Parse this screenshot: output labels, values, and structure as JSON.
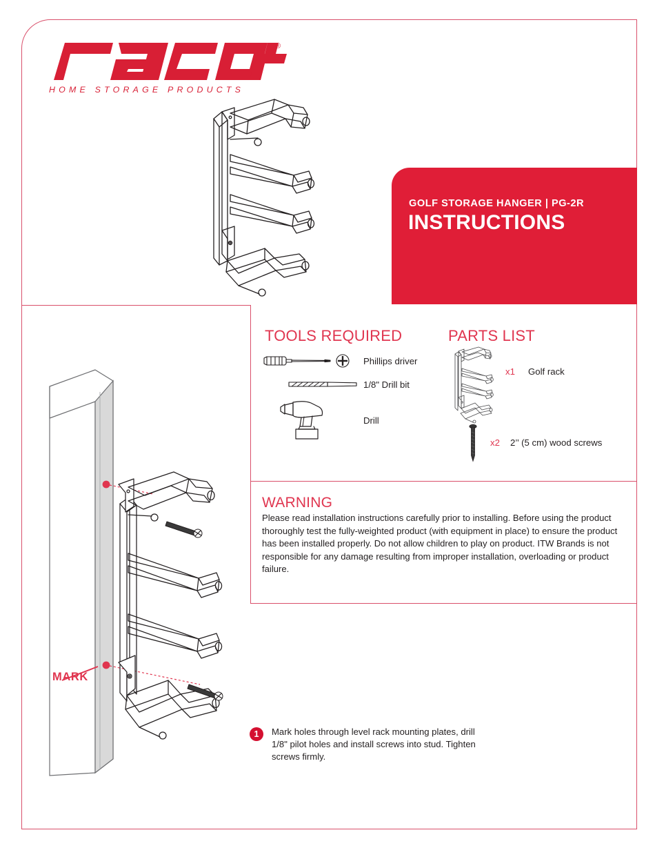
{
  "brand": {
    "logo_text": "racor",
    "registered_mark": "®",
    "tagline": "HOME STORAGE PRODUCTS",
    "logo_color": "#d81f35"
  },
  "banner": {
    "kicker": "GOLF STORAGE HANGER | PG-2R",
    "title": "INSTRUCTIONS",
    "background_color": "#e01e37",
    "text_color": "#ffffff"
  },
  "tools": {
    "heading": "TOOLS REQUIRED",
    "items": [
      {
        "label": "Phillips driver",
        "icon": "screwdriver-icon"
      },
      {
        "label": "1/8\" Drill bit",
        "icon": "drill-bit-icon"
      },
      {
        "label": "Drill",
        "icon": "drill-icon"
      }
    ]
  },
  "parts": {
    "heading": "PARTS LIST",
    "items": [
      {
        "qty": "x1",
        "label": "Golf rack",
        "icon": "golf-rack-icon"
      },
      {
        "qty": "x2",
        "label": "2’’ (5 cm) wood screws",
        "icon": "wood-screw-icon"
      }
    ]
  },
  "warning": {
    "heading": "WARNING",
    "body": "Please read installation instructions carefully prior to installing. Before using the product thoroughly test the fully-weighted product (with equipment in place) to ensure the product has been installed properly. Do not allow children to play on product. ITW Brands is not responsible for any damage resulting from improper installation, overloading or product failure."
  },
  "illustration": {
    "mark_label": "MARK",
    "accent_color": "#e0354f"
  },
  "steps": [
    {
      "number": "1",
      "text": "Mark holes through level rack mounting plates, drill 1/8\" pilot holes and install screws into stud. Tighten screws firmly."
    }
  ]
}
